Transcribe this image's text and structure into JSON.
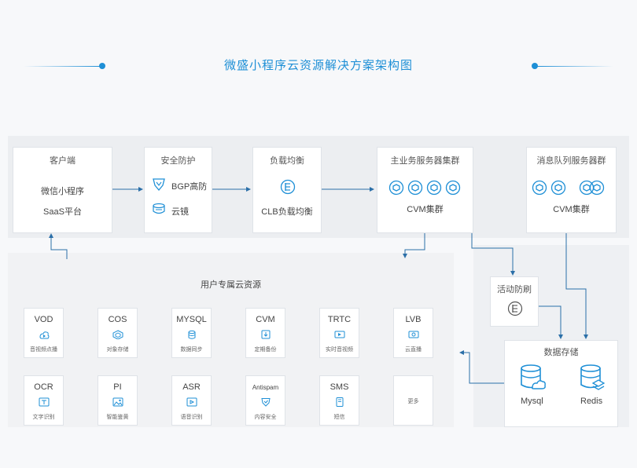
{
  "title": "微盛小程序云资源解决方案架构图",
  "colors": {
    "accent": "#1e8fd6",
    "line": "#2b6fa8",
    "band": "#eceef1",
    "box_border": "#dfe3e8"
  },
  "client": {
    "title": "客户端",
    "items": [
      "微信小程序",
      "SaaS平台"
    ]
  },
  "security": {
    "title": "安全防护",
    "items": [
      {
        "icon": "shield-icon",
        "label": "BGP高防"
      },
      {
        "icon": "cloud-mirror-icon",
        "label": "云镜"
      }
    ]
  },
  "load_balance": {
    "title": "负载均衡",
    "icon": "clb-icon",
    "label": "CLB负载均衡"
  },
  "main_cluster": {
    "title": "主业务服务器集群",
    "icon": "cvm-icon",
    "label": "CVM集群"
  },
  "mq_cluster": {
    "title": "消息队列服务器群",
    "icon": "cvm-icon",
    "label": "CVM集群"
  },
  "activity": {
    "title": "活动防刷",
    "icon": "anti-brush-icon"
  },
  "storage": {
    "title": "数据存储",
    "items": [
      {
        "icon": "mysql-icon",
        "label": "Mysql"
      },
      {
        "icon": "redis-icon",
        "label": "Redis"
      }
    ]
  },
  "resources": {
    "title": "用户专属云资源",
    "tiles": [
      {
        "name": "VOD",
        "sub": "音视频点播",
        "icon": "vod-icon"
      },
      {
        "name": "COS",
        "sub": "对象存储",
        "icon": "cos-icon"
      },
      {
        "name": "MYSQL",
        "sub": "数据同步",
        "icon": "mysql-icon"
      },
      {
        "name": "CVM",
        "sub": "定期备份",
        "icon": "cvm-icon"
      },
      {
        "name": "TRTC",
        "sub": "实时音视频",
        "icon": "trtc-icon"
      },
      {
        "name": "LVB",
        "sub": "云直播",
        "icon": "lvb-icon"
      },
      {
        "name": "OCR",
        "sub": "文字识别",
        "icon": "ocr-icon"
      },
      {
        "name": "PI",
        "sub": "智能鉴黄",
        "icon": "pi-icon"
      },
      {
        "name": "ASR",
        "sub": "语音识别",
        "icon": "asr-icon"
      },
      {
        "name": "Antispam",
        "sub": "内容安全",
        "icon": "antispam-icon"
      },
      {
        "name": "SMS",
        "sub": "短信",
        "icon": "sms-icon"
      },
      {
        "name": "",
        "sub": "更多",
        "icon": ""
      }
    ]
  }
}
